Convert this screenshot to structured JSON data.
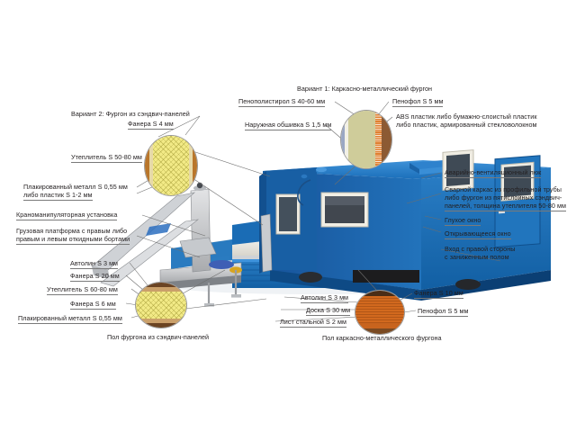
{
  "diagram": {
    "title_variant1": "Вариант 1: Каркасно-металлический фургон",
    "title_variant2": "Вариант 2: Фургон из сэндвич-панелей",
    "caption_floor_sandwich": "Пол фургона из сэндвич-панелей",
    "caption_floor_frame": "Пол каркасно-металлического фургона"
  },
  "labels_variant2": {
    "plywood": "Фанера S 4 мм",
    "insulation": "Утеплитель S 50-80 мм",
    "clad_metal_line1": "Плакированный металл S 0,55 мм",
    "clad_metal_line2": "либо пластик S 1-2 мм"
  },
  "labels_variant1": {
    "polystyrene": "Пенополистирол S 40-60 мм",
    "penofol": "Пенофол S 5 мм",
    "outer_skin": "Наружная обшивка S 1,5 мм",
    "abs_line1": "ABS пластик либо бумажно-слоистый пластик",
    "abs_line2": "либо пластик, армированный стекловолокном"
  },
  "labels_left": {
    "crane": "Краноманипуляторная установка",
    "platform_line1": "Грузовая платформа с правым либо",
    "platform_line2": "правым и левым откидными бортами"
  },
  "labels_floor_sandwich": {
    "autolin": "Автолин S 3 мм",
    "plywood20": "Фанера S 20 мм",
    "insulation": "Утеплитель S 60-80 мм",
    "plywood6": "Фанера S 6 мм",
    "clad_metal": "Плакированный металл S 0,55 мм"
  },
  "labels_floor_frame": {
    "autolin": "Автолин S 3 мм",
    "board": "Доска S 30 мм",
    "steel_sheet": "Лист стальной S 2 мм",
    "plywood10": "Фанера S 10 мм",
    "penofol": "Пенофол S 5 мм"
  },
  "labels_right": {
    "hatch": "Аварийно-вентиляционный люк",
    "frame_line1": "Сварной каркас из профильной трубы",
    "frame_line2": "либо фургон из пятислойных сэндвич-",
    "frame_line3": "панелей, толщина утеплителя 50-80 мм",
    "blind_window": "Глухое окно",
    "opening_window": "Открывающееся окно",
    "entrance_line1": "Вход с правой стороны",
    "entrance_line2": "с заниженным полом"
  },
  "colors": {
    "body_blue": "#1668b3",
    "body_blue_dark": "#10508c",
    "body_blue_light": "#2f86d2",
    "leader": "#6e6e6e",
    "text": "#231f20",
    "insulation_yellow": "#f2ea86",
    "wood_orange": "#d2691e",
    "core_khaki": "#cfcc9a"
  }
}
